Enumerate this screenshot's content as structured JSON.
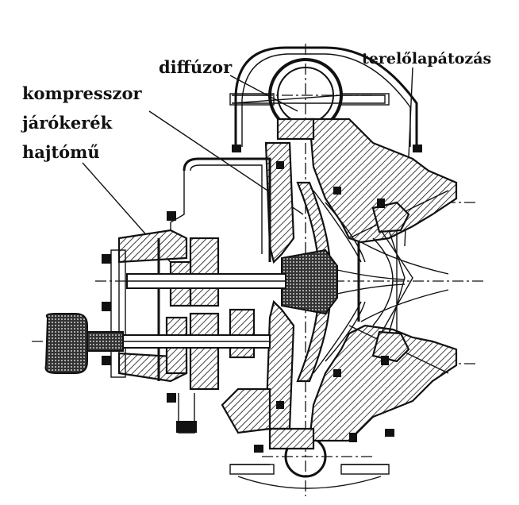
{
  "labels": {
    "diffuzor": "diffúzor",
    "terelo": "terelőlapátozás",
    "kompresszor": "kompresszor",
    "jarokerek": "járókerék",
    "hajtomu": "hajtómű"
  }
}
